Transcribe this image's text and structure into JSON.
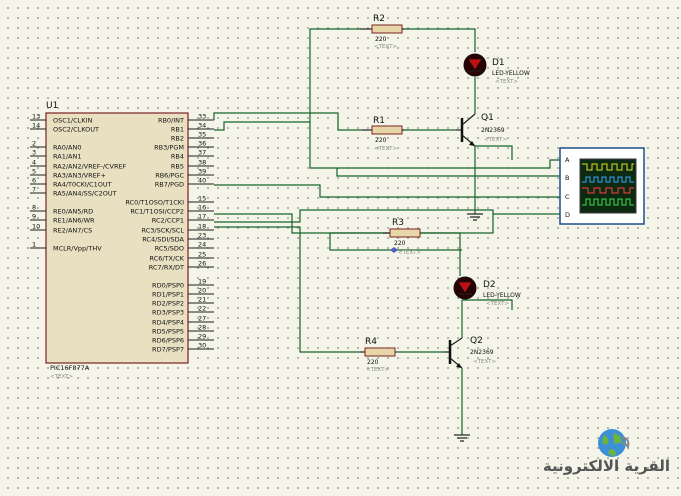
{
  "u1": {
    "ref": "U1",
    "part": "PIC16F877A",
    "text_tag": "<TEXT>",
    "left_pins": [
      {
        "num": "13",
        "name": "OSC1/CLKIN"
      },
      {
        "num": "14",
        "name": "OSC2/CLKOUT"
      },
      {
        "num": "2",
        "name": "RA0/AN0"
      },
      {
        "num": "3",
        "name": "RA1/AN1"
      },
      {
        "num": "4",
        "name": "RA2/AN2/VREF-/CVREF"
      },
      {
        "num": "5",
        "name": "RA3/AN3/VREF+"
      },
      {
        "num": "6",
        "name": "RA4/T0CKI/C1OUT"
      },
      {
        "num": "7",
        "name": "RA5/AN4/SS/C2OUT"
      },
      {
        "num": "8",
        "name": "RE0/AN5/RD"
      },
      {
        "num": "9",
        "name": "RE1/AN6/WR"
      },
      {
        "num": "10",
        "name": "RE2/AN7/CS"
      },
      {
        "num": "1",
        "name": "MCLR/Vpp/THV"
      }
    ],
    "right_pins": [
      {
        "num": "33",
        "name": "RB0/INT"
      },
      {
        "num": "34",
        "name": "RB1"
      },
      {
        "num": "35",
        "name": "RB2"
      },
      {
        "num": "36",
        "name": "RB3/PGM"
      },
      {
        "num": "37",
        "name": "RB4"
      },
      {
        "num": "38",
        "name": "RB5"
      },
      {
        "num": "39",
        "name": "RB6/PGC"
      },
      {
        "num": "40",
        "name": "RB7/PGD"
      },
      {
        "num": "15",
        "name": "RC0/T1OSO/T1CKI"
      },
      {
        "num": "16",
        "name": "RC1/T1OSI/CCP2"
      },
      {
        "num": "17",
        "name": "RC2/CCP1"
      },
      {
        "num": "18",
        "name": "RC3/SCK/SCL"
      },
      {
        "num": "23",
        "name": "RC4/SDI/SDA"
      },
      {
        "num": "24",
        "name": "RC5/SDO"
      },
      {
        "num": "25",
        "name": "RC6/TX/CK"
      },
      {
        "num": "26",
        "name": "RC7/RX/DT"
      },
      {
        "num": "19",
        "name": "RD0/PSP0"
      },
      {
        "num": "20",
        "name": "RD1/PSP1"
      },
      {
        "num": "21",
        "name": "RD2/PSP2"
      },
      {
        "num": "22",
        "name": "RD3/PSP3"
      },
      {
        "num": "27",
        "name": "RD4/PSP4"
      },
      {
        "num": "28",
        "name": "RD5/PSP5"
      },
      {
        "num": "29",
        "name": "RD6/PSP6"
      },
      {
        "num": "30",
        "name": "RD7/PSP7"
      }
    ]
  },
  "components": {
    "r1": {
      "ref": "R1",
      "value": "220",
      "text_tag": "<TEXT>"
    },
    "r2": {
      "ref": "R2",
      "value": "220",
      "text_tag": "<TEXT>"
    },
    "r3": {
      "ref": "R3",
      "value": "220",
      "text_tag": "<TEXT>"
    },
    "r4": {
      "ref": "R4",
      "value": "220",
      "text_tag": "<TEXT>"
    },
    "d1": {
      "ref": "D1",
      "value": "LED-YELLOW",
      "text_tag": "<TEXT>"
    },
    "d2": {
      "ref": "D2",
      "value": "LED-YELLOW",
      "text_tag": "<TEXT>"
    },
    "q1": {
      "ref": "Q1",
      "value": "2N2369",
      "text_tag": "<TEXT>"
    },
    "q2": {
      "ref": "Q2",
      "value": "2N2369",
      "text_tag": "<TEXT>"
    }
  },
  "scope": {
    "channels": [
      "A",
      "B",
      "C",
      "D"
    ],
    "colors": {
      "frame": "#1d4f8e",
      "screen": "#0c2a12",
      "trace_a": "#e8e020",
      "trace_b": "#3aa4ff",
      "trace_c": "#ff4040",
      "trace_d": "#3de04a"
    }
  },
  "colors": {
    "wire": "#17632a",
    "background": "#f4f4e8",
    "chip": "#e9e0c2",
    "resistor": "#e6d6a8"
  },
  "watermark": {
    "text": "القرية الالكترونية",
    "icon": "globe-icon"
  }
}
